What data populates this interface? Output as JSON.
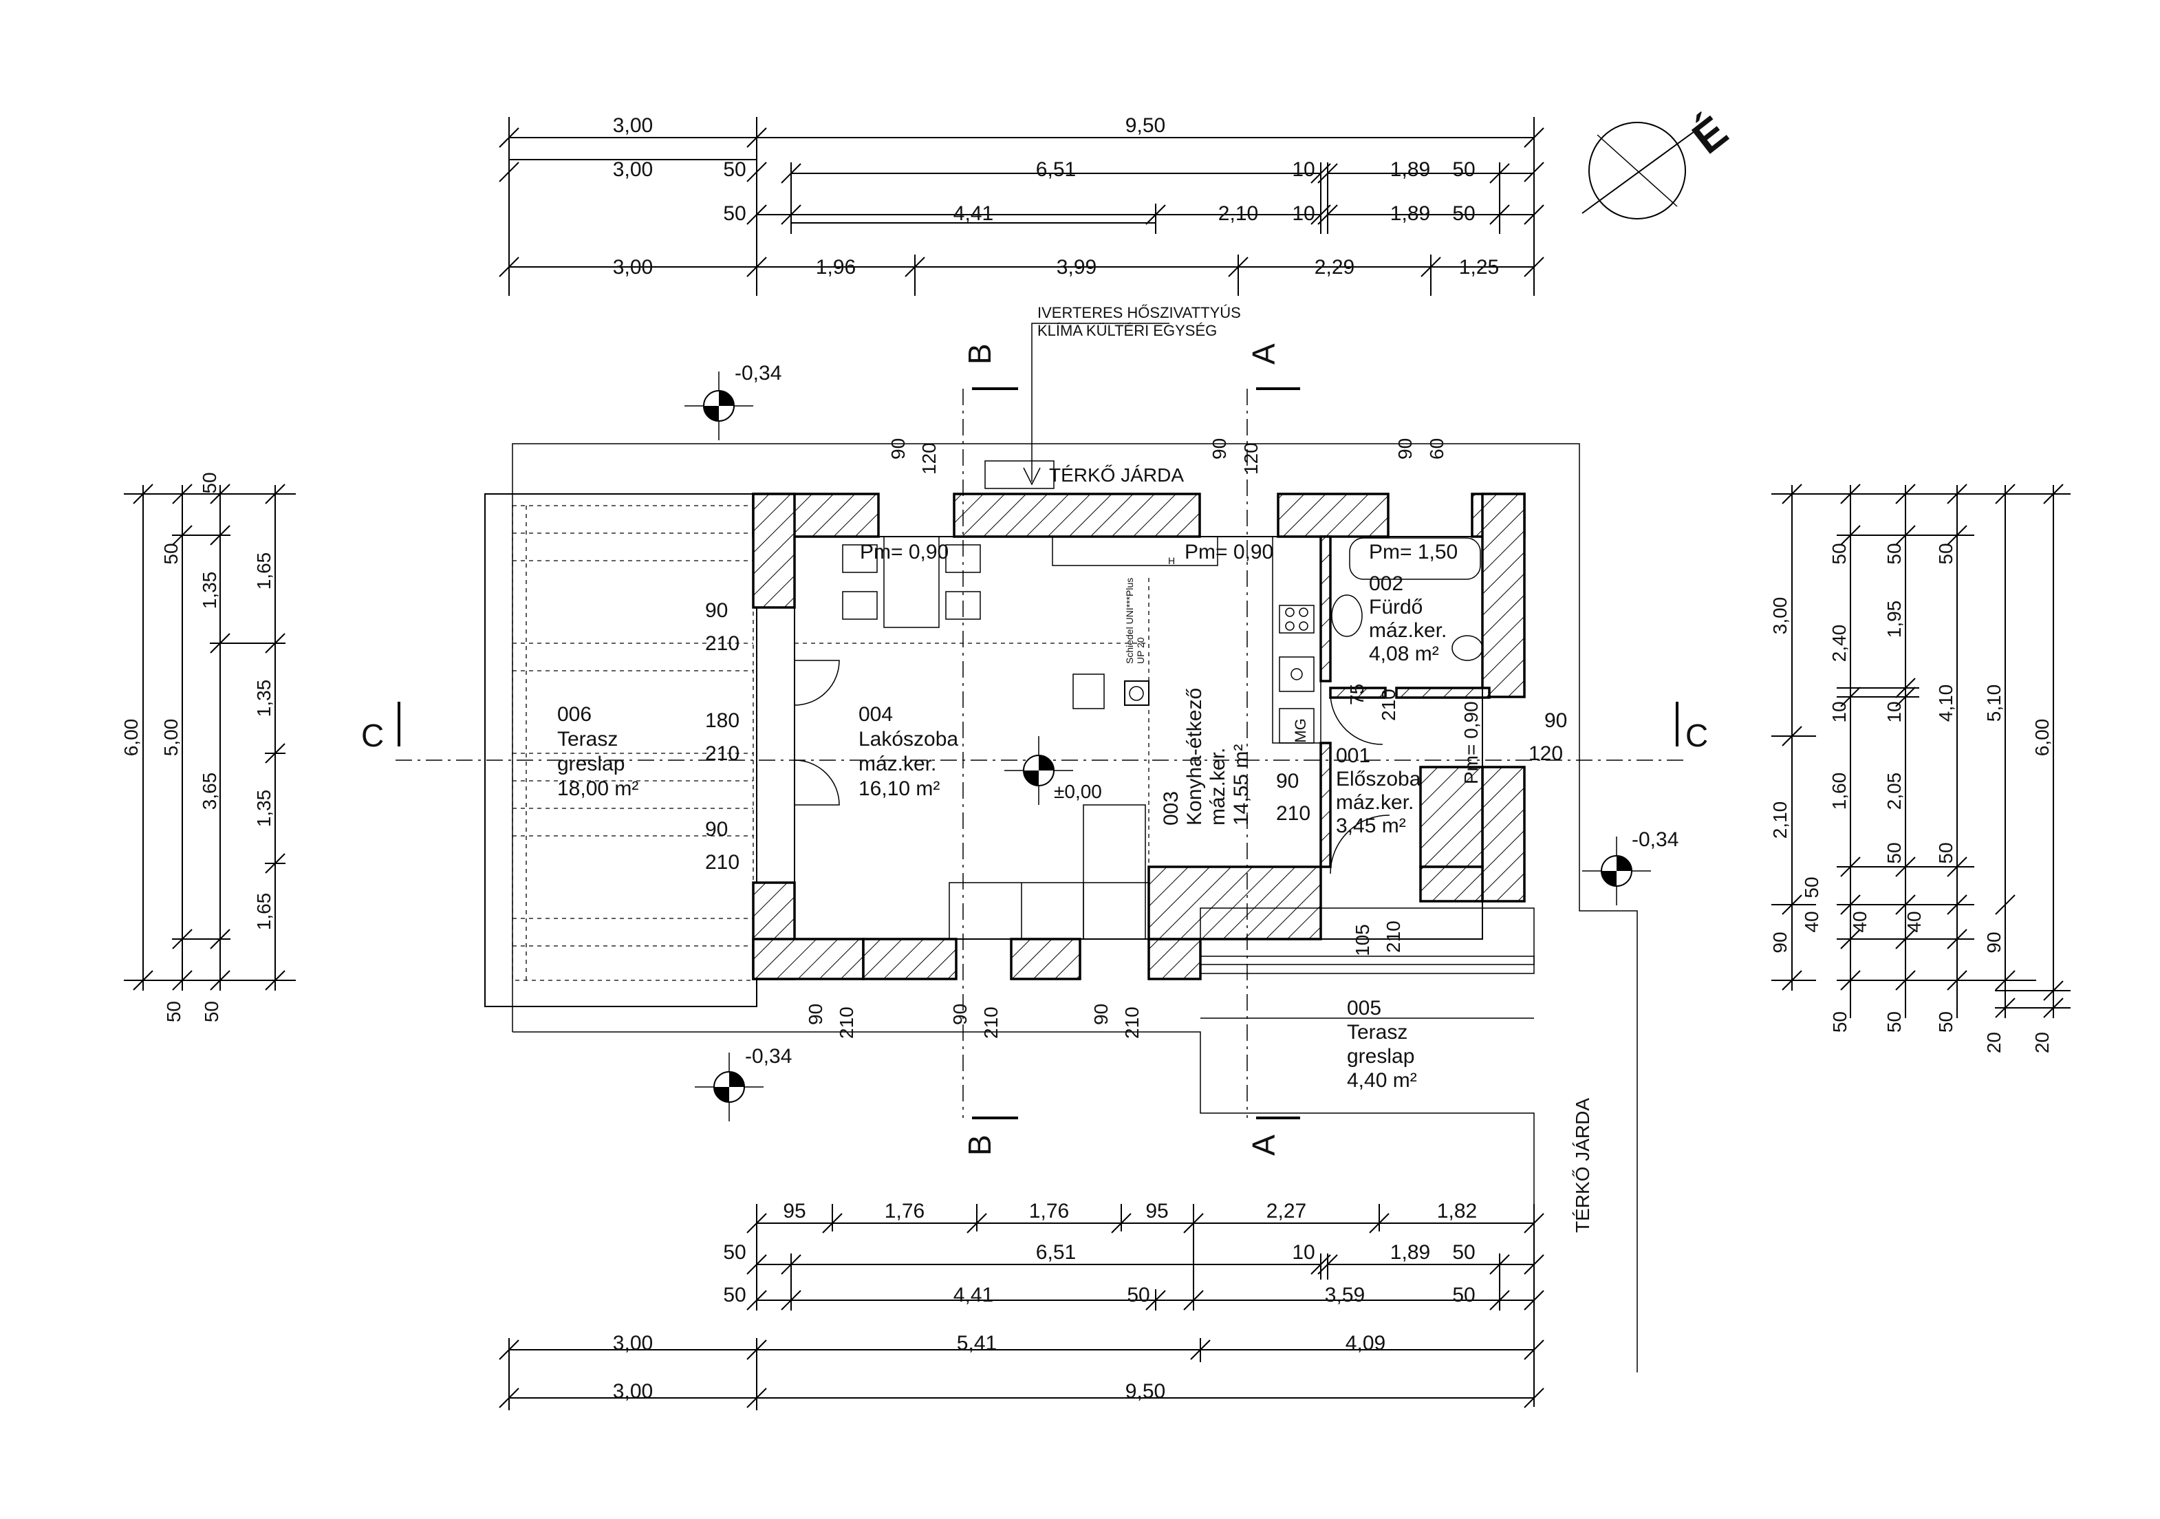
{
  "north_label": "É",
  "top_dims": {
    "row1": [
      "3,00",
      "9,50"
    ],
    "row2": [
      "3,00",
      "50",
      "6,51",
      "10",
      "1,89",
      "50"
    ],
    "row3": [
      "50",
      "4,41",
      "2,10",
      "10",
      "1,89",
      "50"
    ],
    "row4": [
      "3,00",
      "1,96",
      "3,99",
      "2,29",
      "1,25"
    ]
  },
  "bottom_dims": {
    "row1": [
      "95",
      "1,76",
      "1,76",
      "95",
      "2,27",
      "1,82"
    ],
    "row2": [
      "50",
      "6,51",
      "10",
      "1,89",
      "50"
    ],
    "row3": [
      "50",
      "4,41",
      "50",
      "3,59",
      "50"
    ],
    "row4": [
      "3,00",
      "5,41",
      "4,09"
    ],
    "row5": [
      "3,00",
      "9,50"
    ]
  },
  "left_dims": {
    "col1": [
      "6,00",
      "50",
      "50"
    ],
    "col2": [
      "50",
      "5,00",
      "50"
    ],
    "col3": [
      "50",
      "1,35",
      "3,65",
      "50"
    ],
    "col4": [
      "1,65",
      "1,35",
      "1,35",
      "1,35",
      "1,65"
    ]
  },
  "right_dims": {
    "col1": [
      "3,00",
      "2,10",
      "90",
      "50"
    ],
    "col2": [
      "50",
      "2,40",
      "10",
      "1,60",
      "50",
      "40",
      "50"
    ],
    "col3": [
      "50",
      "1,95",
      "10",
      "2,05",
      "50",
      "40",
      "50"
    ],
    "col4": [
      "50",
      "4,10",
      "50",
      "40",
      "50"
    ],
    "col5": [
      "5,10",
      "90",
      "20"
    ],
    "col6": [
      "6,00",
      "20"
    ]
  },
  "annotations": {
    "heat_pump_line1": "IVERTERES HŐSZIVATTYÚS",
    "heat_pump_line2": "KLÍMA KÜLTÉRI EGYSÉG",
    "paving_top": "TÉRKŐ JÁRDA",
    "paving_right": "TÉRKŐ JÁRDA",
    "boiler_line1": "Schiedel UNI***Plus",
    "boiler_line2": "UP 20",
    "hood_mark": "H",
    "mg_label": "MG"
  },
  "section_marks": {
    "a": "A",
    "b": "B",
    "c": "C"
  },
  "levels": {
    "outside_tl": "-0,34",
    "outside_bl": "-0,34",
    "outside_r": "-0,34",
    "inside": "±0,00"
  },
  "window_labels": {
    "top1_w": "90",
    "top1_h": "120",
    "top2_w": "90",
    "top2_h": "120",
    "top3_w": "90",
    "top3_h": "60",
    "bot1_w": "90",
    "bot1_h": "210",
    "bot2_w": "90",
    "bot2_h": "210",
    "bot3_w": "90",
    "bot3_h": "210",
    "left1_w": "90",
    "left1_h": "210",
    "left2_w": "180",
    "left2_h": "210",
    "left3_w": "90",
    "left3_h": "210",
    "right1_w": "90",
    "right1_h": "120",
    "hall_door_w": "90",
    "hall_door_h": "210",
    "bath_door_w": "75",
    "bath_door_h": "210",
    "terrace_door_w": "105",
    "terrace_door_h": "210",
    "parapet_living": "Pm= 0,90",
    "parapet_kitchen": "Pm= 0,90",
    "parapet_bath": "Pm= 1,50",
    "parapet_hall": "Pm= 0,90"
  },
  "rooms": {
    "r004": {
      "num": "004",
      "name": "Lakószoba",
      "floor": "máz.ker.",
      "area": "16,10 m²"
    },
    "r003": {
      "num": "003",
      "name": "Konyha-étkező",
      "floor": "máz.ker.",
      "area": "14,55 m²"
    },
    "r002": {
      "num": "002",
      "name": "Fürdő",
      "floor": "máz.ker.",
      "area": "4,08 m²"
    },
    "r001": {
      "num": "001",
      "name": "Előszoba",
      "floor": "máz.ker.",
      "area": "3,45 m²"
    },
    "r006": {
      "num": "006",
      "name": "Terasz",
      "floor": "greslap",
      "area": "18,00 m²"
    },
    "r005": {
      "num": "005",
      "name": "Terasz",
      "floor": "greslap",
      "area": "4,40 m²"
    }
  }
}
